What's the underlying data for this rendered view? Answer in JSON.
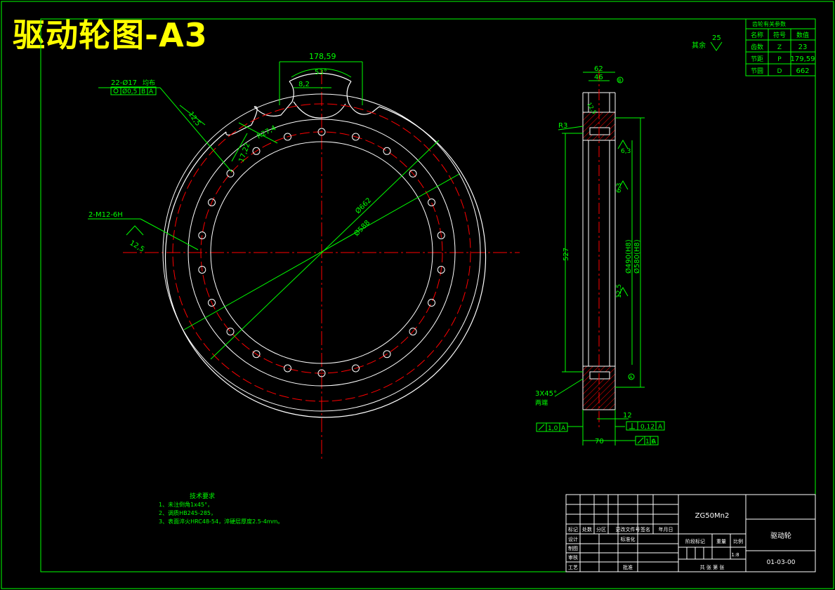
{
  "title": "驱动轮图-A3",
  "dims": {
    "pitch": "178,59",
    "angle": "53°",
    "tooth_w": "8,2",
    "holes": "22-Ø17",
    "holes_note": "均布",
    "tol_pos": "Ø0,5",
    "datum_b": "B",
    "datum_a": "A",
    "rough_top": "12,5",
    "r_tooth": "R27,4",
    "r_root": "17,22",
    "thread": "2-M12-6H",
    "rough_left": "12,5",
    "d662": "Ø662",
    "d588": "Ø588"
  },
  "side": {
    "w62": "62",
    "w46": "46",
    "datum_b": "B",
    "r3": "R3",
    "h527": "527",
    "d490": "Ø490(H8)",
    "d580": "Ø580(H8)",
    "r63a": "6,3",
    "r63b": "6,3",
    "r125": "12,5",
    "r125t": "12,5",
    "chamfer": "3X45°",
    "chamfer_note": "两端",
    "w12": "12",
    "w70": "70",
    "runout1": "1,0",
    "runout1_d": "A",
    "perp": "0,12",
    "perp_d": "A",
    "runout2": "1,0",
    "runout2_d": "A",
    "datum_a": "A"
  },
  "rough_rest": {
    "label": "其余",
    "value": "25"
  },
  "param_table": {
    "header": "齿轮有关参数",
    "cols": [
      "名称",
      "符号",
      "数值"
    ],
    "rows": [
      [
        "齿数",
        "Z",
        "23"
      ],
      [
        "节距",
        "P",
        "179,59"
      ],
      [
        "节圆",
        "D",
        "662"
      ]
    ]
  },
  "tech": {
    "title": "技术要求",
    "lines": [
      "1、未注倒角1x45°，",
      "2、调质HB245-285，",
      "3、表面淬火HRC48-54，淬硬层厚度2.5-4mm。"
    ]
  },
  "titleblock": {
    "material": "ZG50Mn2",
    "name": "驱动轮",
    "code": "01-03-00",
    "row_labels": [
      "标记",
      "处数",
      "分区",
      "更改文件号",
      "签名",
      "年月日"
    ],
    "left_labels": [
      "设计",
      "制图",
      "审核",
      "工艺"
    ],
    "std": "标准化",
    "approve": "批准",
    "stage": "阶段标记",
    "weight": "重量",
    "scale": "比例",
    "scale_val": "1:8",
    "sheets": "共  张   第  张"
  }
}
